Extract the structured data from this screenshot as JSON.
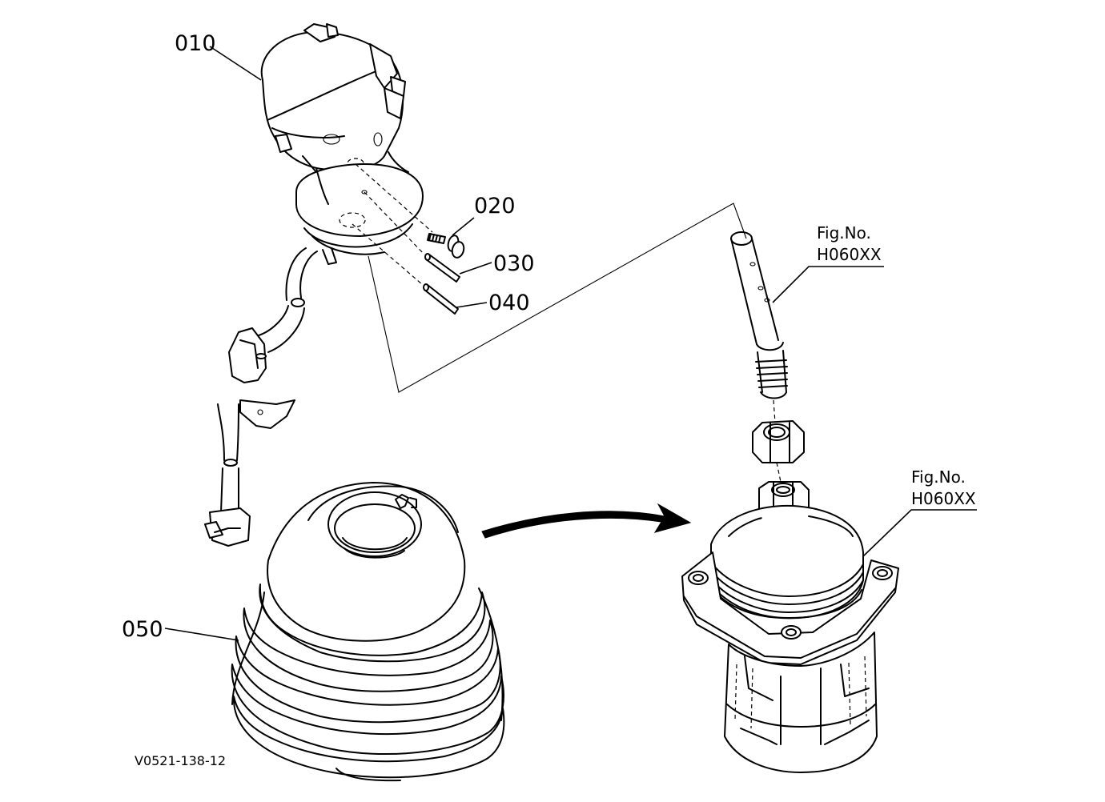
{
  "labels": {
    "p010": "010",
    "p020": "020",
    "p030": "030",
    "p040": "040",
    "p050": "050",
    "fig1_line1": "Fig.No.",
    "fig1_line2": "H060XX",
    "fig2_line1": "Fig.No.",
    "fig2_line2": "H060XX",
    "drawing_code": "V0521-138-12"
  }
}
